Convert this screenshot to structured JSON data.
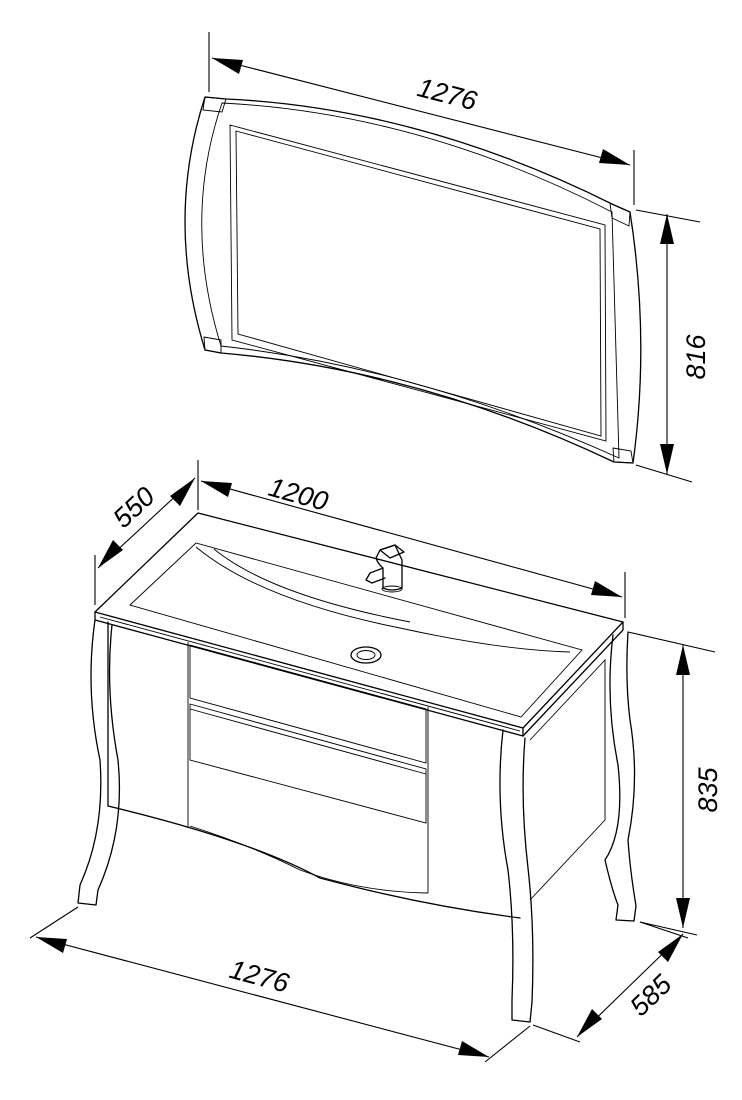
{
  "mirror": {
    "width_label": "1276",
    "height_label": "816"
  },
  "vanity": {
    "width_label": "1200",
    "depth_label": "550",
    "height_label": "835",
    "base_width_label": "1276",
    "base_depth_label": "585"
  },
  "colors": {
    "line": "#000000",
    "background": "#ffffff"
  }
}
